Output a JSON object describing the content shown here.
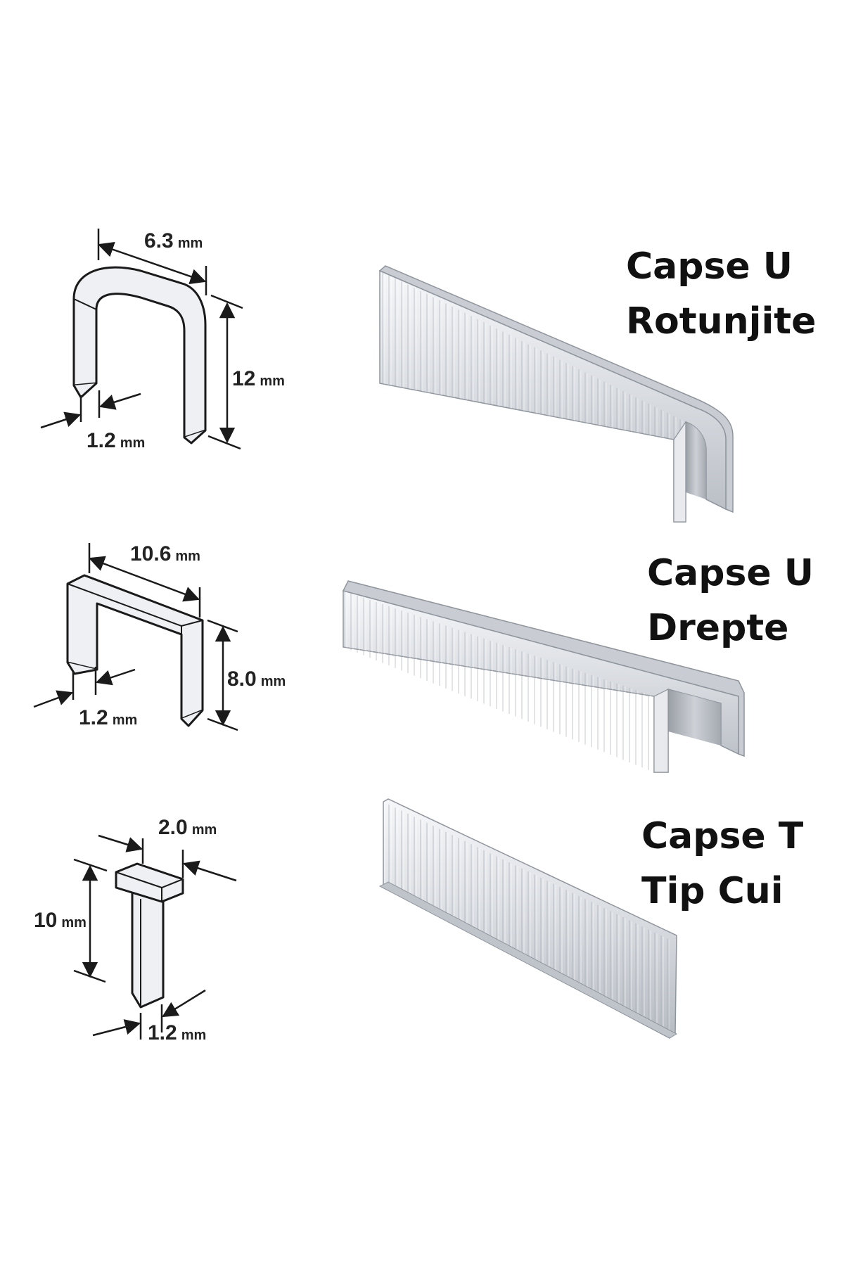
{
  "unit": "mm",
  "products": [
    {
      "title_line1": "Capse U",
      "title_line2": "Rotunjite",
      "dims": {
        "width": "6.3",
        "height": "12",
        "wire": "1.2"
      }
    },
    {
      "title_line1": "Capse U",
      "title_line2": "Drepte",
      "dims": {
        "width": "10.6",
        "height": "8.0",
        "wire": "1.2"
      }
    },
    {
      "title_line1": "Capse T",
      "title_line2": "Tip Cui",
      "dims": {
        "width": "2.0",
        "height": "10",
        "wire": "1.2"
      }
    }
  ],
  "colors": {
    "line": "#1a1a1a",
    "fill": "#eef0f3",
    "steel_light": "#f4f5f7",
    "steel_dark": "#9aa0a8"
  }
}
